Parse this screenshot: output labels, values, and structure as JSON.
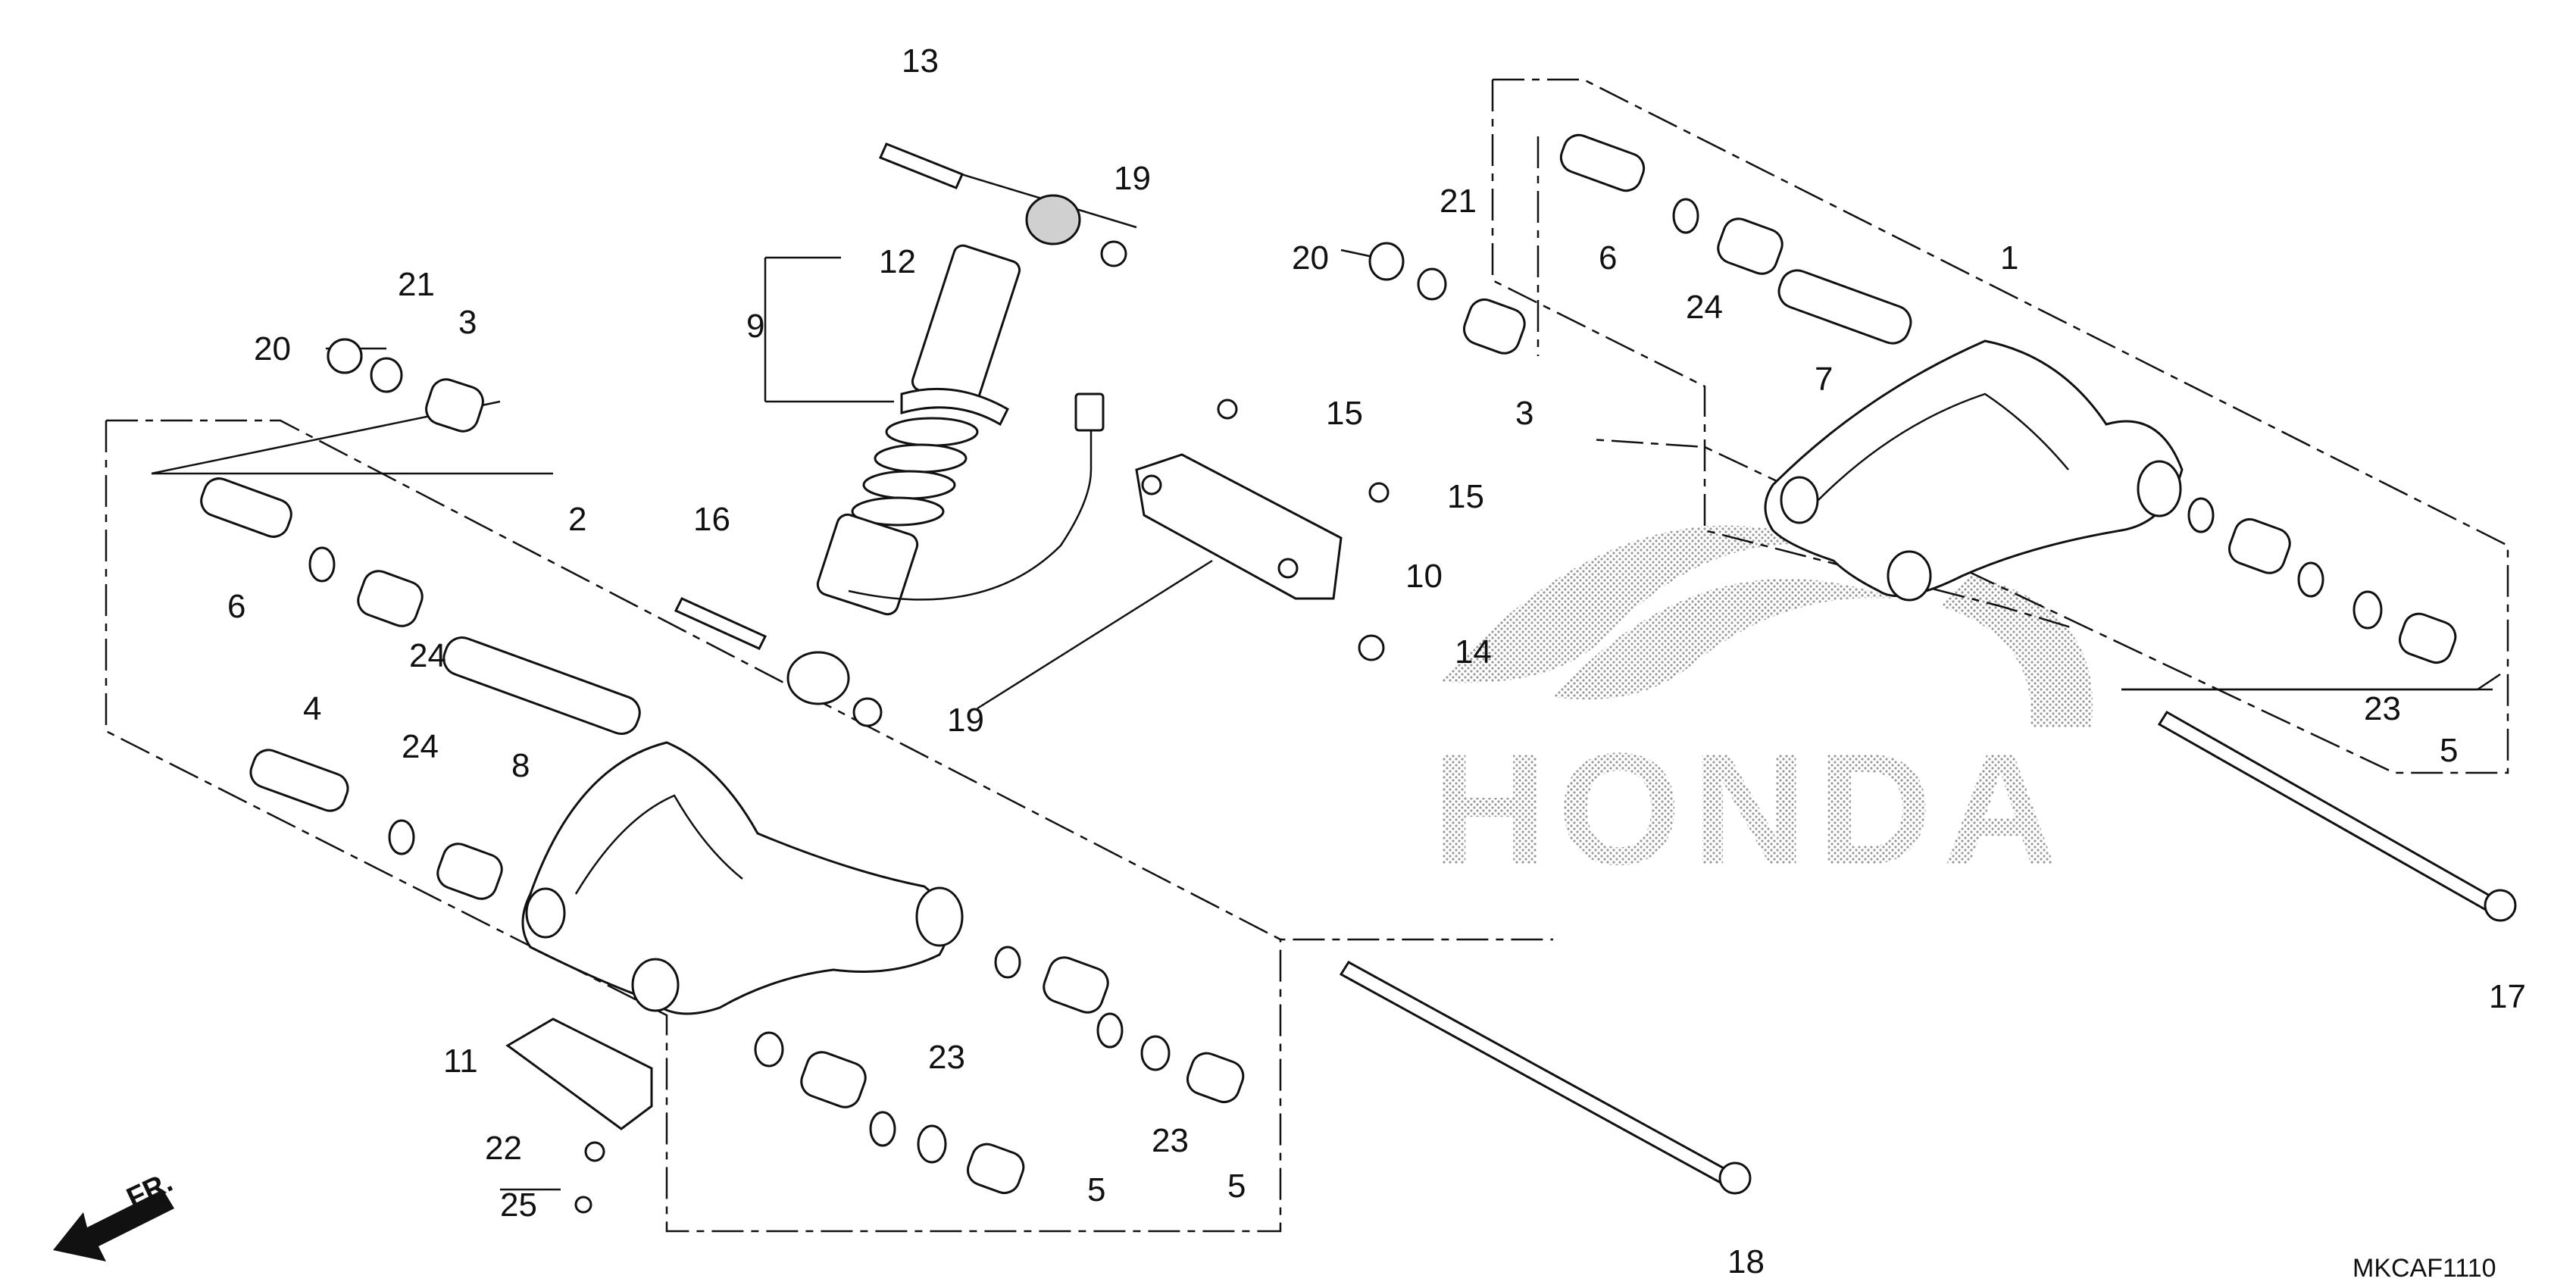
{
  "diagram_code": "MKCAF1110",
  "watermark_text": "HONDA",
  "front_indicator": "FR.",
  "callouts": [
    "1",
    "2",
    "3",
    "3",
    "4",
    "5",
    "5",
    "5",
    "6",
    "6",
    "7",
    "8",
    "9",
    "10",
    "11",
    "12",
    "13",
    "14",
    "15",
    "15",
    "16",
    "17",
    "18",
    "19",
    "19",
    "20",
    "20",
    "21",
    "21",
    "22",
    "23",
    "23",
    "23",
    "24",
    "24",
    "24",
    "25"
  ]
}
